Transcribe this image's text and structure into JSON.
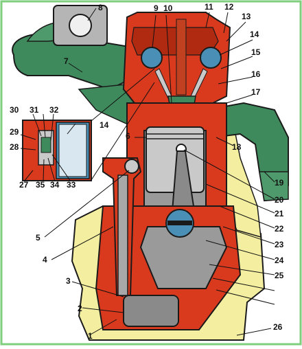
{
  "diagram": {
    "callouts": [
      "1",
      "2",
      "3",
      "4",
      "5",
      "6",
      "7",
      "8",
      "9",
      "10",
      "11",
      "12",
      "13",
      "14",
      "15",
      "16",
      "17",
      "18",
      "19",
      "20",
      "21",
      "22",
      "23",
      "24",
      "25",
      "26",
      "27",
      "28",
      "29",
      "30",
      "31",
      "32",
      "33",
      "34",
      "35",
      "14"
    ]
  },
  "colors": {
    "head_red": "#d93a1e",
    "block_red": "#d93a1e",
    "manifold_green": "#3f8a5c",
    "valve_blue": "#4a8fb5",
    "pan_yellow": "#f4efa0",
    "gray_metal": "#9a9a9a",
    "outline": "#1a1a1a",
    "frame_green": "#7fcf7f"
  }
}
